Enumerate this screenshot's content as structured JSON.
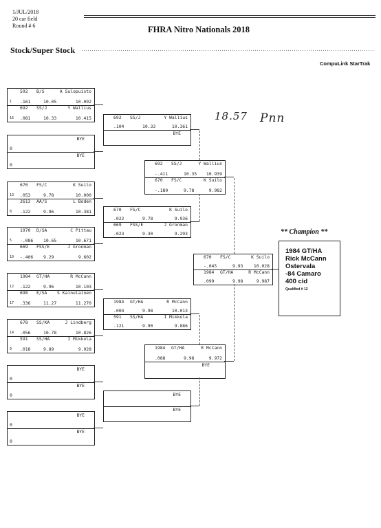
{
  "header": {
    "date": "1/JUL/2018",
    "field": "20 car field",
    "round": "Round # 6",
    "title": "FHRA Nitro Nationals 2018",
    "subtitle": "Stock/Super Stock",
    "timing": "CompuLink StarTrak"
  },
  "handwriting": {
    "time": "18.57",
    "scribble": "Pnn"
  },
  "rounds": {
    "r1": [
      {
        "a": {
          "num": "592",
          "cls": "B/S",
          "name": "A Sulopuisto",
          "lane": "1",
          "rt": ".161",
          "dial": "10.05",
          "et": "10.092"
        },
        "b": {
          "num": "692",
          "cls": "SS/J",
          "name": "Y Wallius",
          "lane": "16",
          "rt": ".081",
          "dial": "10.33",
          "et": "10.415"
        }
      },
      {
        "a": {
          "num": "",
          "cls": "",
          "name": "BYE",
          "lane": "0",
          "rt": "",
          "dial": "",
          "et": ""
        },
        "b": {
          "num": "",
          "cls": "",
          "name": "BYE",
          "lane": "0",
          "rt": "",
          "dial": "",
          "et": ""
        }
      },
      {
        "a": {
          "num": "670",
          "cls": "FS/C",
          "name": "K Suilo",
          "lane": "13",
          "rt": ".053",
          "dial": "9.78",
          "et": "10.000"
        },
        "b": {
          "num": "2613",
          "cls": "AA/S",
          "name": "L Boden",
          "lane": "8",
          "rt": ".122",
          "dial": "9.96",
          "et": "10.381"
        }
      },
      {
        "a": {
          "num": "1970",
          "cls": "D/SA",
          "name": "C Pittau",
          "lane": "5",
          "rt": "-.086",
          "dial": "10.65",
          "et": "10.671"
        },
        "b": {
          "num": "669",
          "cls": "FSS/E",
          "name": "J Gronman",
          "lane": "10",
          "rt": "-.406",
          "dial": "9.29",
          "et": "9.602"
        }
      },
      {
        "a": {
          "num": "1984",
          "cls": "GT/HA",
          "name": "R McCann",
          "lane": "12",
          "rt": ".122",
          "dial": "9.96",
          "et": "10.103"
        },
        "b": {
          "num": "698",
          "cls": "E/SA",
          "name": "S Kainulainen",
          "lane": "17",
          "rt": ".336",
          "dial": "11.27",
          "et": "11.270"
        }
      },
      {
        "a": {
          "num": "678",
          "cls": "SS/KA",
          "name": "J Lindberg",
          "lane": "14",
          "rt": ".056",
          "dial": "10.78",
          "et": "10.826"
        },
        "b": {
          "num": "591",
          "cls": "SS/HA",
          "name": "I Mikkola",
          "lane": "9",
          "rt": ".018",
          "dial": "9.89",
          "et": "9.928"
        }
      },
      {
        "a": {
          "num": "",
          "cls": "",
          "name": "BYE",
          "lane": "0",
          "rt": "",
          "dial": "",
          "et": ""
        },
        "b": {
          "num": "",
          "cls": "",
          "name": "BYE",
          "lane": "0",
          "rt": "",
          "dial": "",
          "et": ""
        }
      },
      {
        "a": {
          "num": "",
          "cls": "",
          "name": "BYE",
          "lane": "0",
          "rt": "",
          "dial": "",
          "et": ""
        },
        "b": {
          "num": "",
          "cls": "",
          "name": "BYE",
          "lane": "0",
          "rt": "",
          "dial": "",
          "et": ""
        }
      }
    ],
    "r2": [
      {
        "a": {
          "num": "692",
          "cls": "SS/J",
          "name": "Y Wallius",
          "rt": ".104",
          "dial": "10.33",
          "et": "10.361"
        },
        "b": {
          "num": "",
          "cls": "",
          "name": "BYE",
          "rt": "",
          "dial": "",
          "et": ""
        }
      },
      {
        "a": {
          "num": "670",
          "cls": "FS/C",
          "name": "K Suilo",
          "rt": ".022",
          "dial": "9.78",
          "et": "9.936"
        },
        "b": {
          "num": "669",
          "cls": "FSS/E",
          "name": "J Gronman",
          "rt": ".023",
          "dial": "9.30",
          "et": "9.293"
        }
      },
      {
        "a": {
          "num": "1984",
          "cls": "GT/HA",
          "name": "R McCann",
          "rt": ".004",
          "dial": "9.98",
          "et": "10.013"
        },
        "b": {
          "num": "591",
          "cls": "SS/HA",
          "name": "I Mikkola",
          "rt": ".121",
          "dial": "9.90",
          "et": "9.886"
        }
      },
      {
        "a": {
          "num": "",
          "cls": "",
          "name": "BYE",
          "rt": "",
          "dial": "",
          "et": ""
        },
        "b": {
          "num": "",
          "cls": "",
          "name": "BYE",
          "rt": "",
          "dial": "",
          "et": ""
        }
      }
    ],
    "r3": [
      {
        "a": {
          "num": "692",
          "cls": "SS/J",
          "name": "Y Wallius",
          "rt": "-.411",
          "dial": "10.35",
          "et": "10.939"
        },
        "b": {
          "num": "670",
          "cls": "FS/C",
          "name": "K Suilo",
          "rt": "-.180",
          "dial": "9.78",
          "et": "9.982"
        }
      },
      {
        "a": {
          "num": "1984",
          "cls": "GT/HA",
          "name": "R McCann",
          "rt": ".088",
          "dial": "9.98",
          "et": "9.972"
        },
        "b": {
          "num": "",
          "cls": "",
          "name": "BYE",
          "rt": "",
          "dial": "",
          "et": ""
        }
      }
    ],
    "r4": [
      {
        "a": {
          "num": "670",
          "cls": "FS/C",
          "name": "K Suilo",
          "rt": "-.045",
          "dial": "9.93",
          "et": "10.028"
        },
        "b": {
          "num": "1984",
          "cls": "GT/HA",
          "name": "R McCann",
          "rt": ".099",
          "dial": "9.98",
          "et": "9.987"
        }
      }
    ]
  },
  "champion": {
    "label": "** Champion **",
    "car": "1984 GT/HA",
    "driver": "Rick McCann",
    "city": "Ostervala",
    "vehicle": "-84 Camaro",
    "engine": "400 cid",
    "qualified": "Qualified # 12"
  }
}
